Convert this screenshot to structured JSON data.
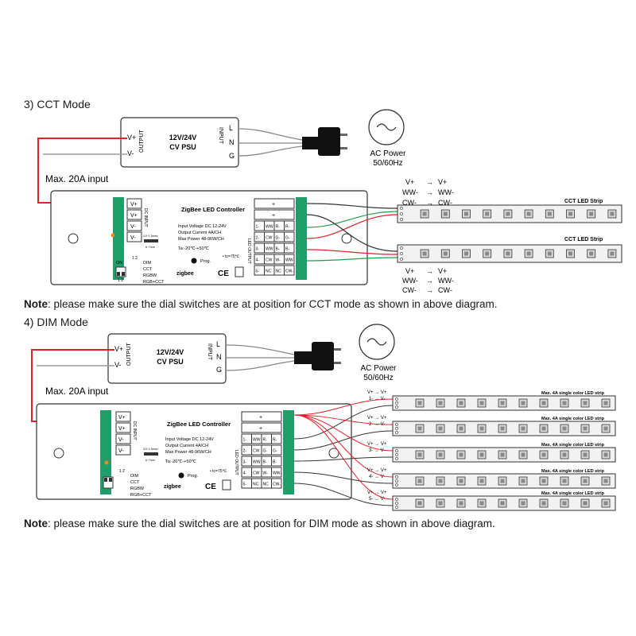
{
  "cct": {
    "title": "3) CCT Mode",
    "psu": {
      "title": "12V/24V",
      "subtitle": "CV PSU",
      "output_label": "OUTPUT",
      "input_label": "INPUT",
      "vplus": "V+",
      "vminus": "V-",
      "l": "L",
      "n": "N",
      "g": "G"
    },
    "ac_power": {
      "label": "AC Power",
      "freq": "50/60Hz"
    },
    "max_input": "Max. 20A input",
    "controller": {
      "name": "ZigBee LED Controller",
      "spec1": "Input Voltage DC 12-24V",
      "spec2": "Output Current 4A/CH",
      "spec3": "Max Power 48-96W/CH",
      "temp": "Ta:-20℃-+50℃",
      "tc": "• tc=75℃",
      "prog": "Prog.",
      "zigbee": "zigbee",
      "ce": "CE",
      "dc_input": "DC INPUT",
      "led_output": "LED OUTPUT",
      "inputs": [
        "V+",
        "V+",
        "V-",
        "V-"
      ],
      "wire_spec": "4.0~1.5mm²",
      "wire_len": "6~7mm",
      "dip_on": "ON",
      "dip_nums": "1 2",
      "modes": [
        "DIM",
        "CCT",
        "RGBW",
        "RGB+CCT"
      ],
      "outputs": [
        {
          "n": "+",
          "a": "",
          "b": "",
          "c": ""
        },
        {
          "n": "+",
          "a": "",
          "b": "",
          "c": ""
        },
        {
          "n": "1-",
          "a": "WW",
          "b": "R-",
          "c": "R-"
        },
        {
          "n": "2-",
          "a": "CW",
          "b": "G-",
          "c": "G-"
        },
        {
          "n": "3-",
          "a": "WW",
          "b": "B-",
          "c": "B-"
        },
        {
          "n": "4-",
          "a": "CW",
          "b": "W-",
          "c": "WW-"
        },
        {
          "n": "5-",
          "a": "NC",
          "b": "NC",
          "c": "CW-"
        }
      ]
    },
    "strip_label": "CCT LED Strip",
    "strip_top_labels": [
      "V+",
      "→",
      "V+",
      "WW-",
      "→",
      "WW-",
      "CW-",
      "→",
      "CW-"
    ],
    "note_bold": "Note",
    "note_text": ": please make sure the dial switches are at position for CCT mode as shown in above diagram."
  },
  "dim": {
    "title": "4) DIM Mode",
    "max_input": "Max. 20A input",
    "strip_label": "Max. 4A single color LED strip",
    "channel_labels": [
      [
        "V+",
        "V+",
        "1-",
        "V-"
      ],
      [
        "V+",
        "V+",
        "2-",
        "V-"
      ],
      [
        "V+",
        "V+",
        "3-",
        "V-"
      ],
      [
        "V+",
        "V+",
        "4-",
        "V-"
      ],
      [
        "V+",
        "V+",
        "5-",
        "V-"
      ]
    ],
    "note_bold": "Note",
    "note_text": ": please make sure the dial switches are at position for DIM mode as shown in above diagram."
  },
  "colors": {
    "red_wire": "#e0202a",
    "green_wire": "#1f9e4a",
    "terminal_green": "#1f9e6a",
    "grey_wire": "#9a9a9a",
    "strip_fill": "#f2f2f2",
    "chip_fill": "#d9d9d9",
    "orange_dot": "#f08a1c"
  }
}
